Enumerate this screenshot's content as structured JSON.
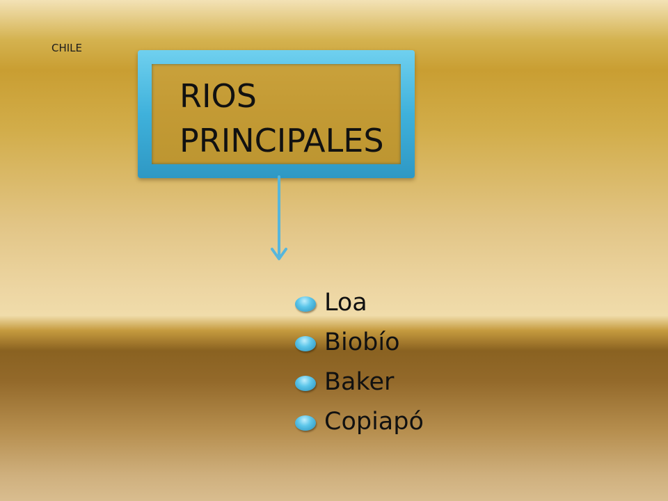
{
  "corner_label": "CHILE",
  "title": {
    "line1": "RIOS",
    "line2": "PRINCIPALES"
  },
  "rivers": [
    {
      "label": "Loa"
    },
    {
      "label": "Biobío"
    },
    {
      "label": "Baker"
    },
    {
      "label": "Copiapó"
    }
  ],
  "colors": {
    "box_border": "#3fb1db",
    "box_fill": "#c39a34",
    "arrow": "#56b6dc",
    "bullet": "#5cc6ea",
    "text": "#111111"
  }
}
